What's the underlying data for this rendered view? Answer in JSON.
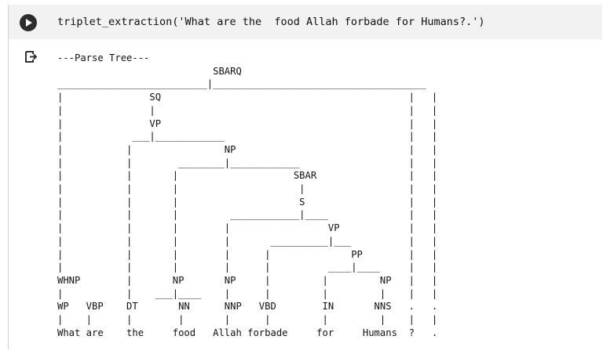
{
  "cell": {
    "code": "triplet_extraction('What are the  food Allah forbade for Humans?.')",
    "run_icon": "play-circle-icon",
    "output_icon": "output-arrow-icon"
  },
  "output": {
    "lines": [
      "---Parse Tree---",
      "                           SBARQ",
      "__________________________|_____________________________________",
      "|               SQ                                           |   |",
      "|               |                                            |   |",
      "|               VP                                           |   |",
      "|            ___|____________                                |   |",
      "|           |                NP                              |   |",
      "|           |        ________|____________                   |   |",
      "|           |       |                    SBAR                |   |",
      "|           |       |                     |                  |   |",
      "|           |       |                     S                  |   |",
      "|           |       |         ____________|____              |   |",
      "|           |       |        |                 VP            |   |",
      "|           |       |        |       __________|___          |   |",
      "|           |       |        |      |              PP        |   |",
      "|           |       |        |      |          ____|____     |   |",
      "WHNP        |       NP       NP     |         |         NP   |   |",
      "|           |    ___|____    |      |         |         |    |   |",
      "WP   VBP    DT       NN      NNP   VBD        IN       NNS   .   .",
      "|    |      |        |       |      |         |         |    |   |",
      "What are    the     food   Allah forbade     for     Humans  ?   ."
    ]
  }
}
